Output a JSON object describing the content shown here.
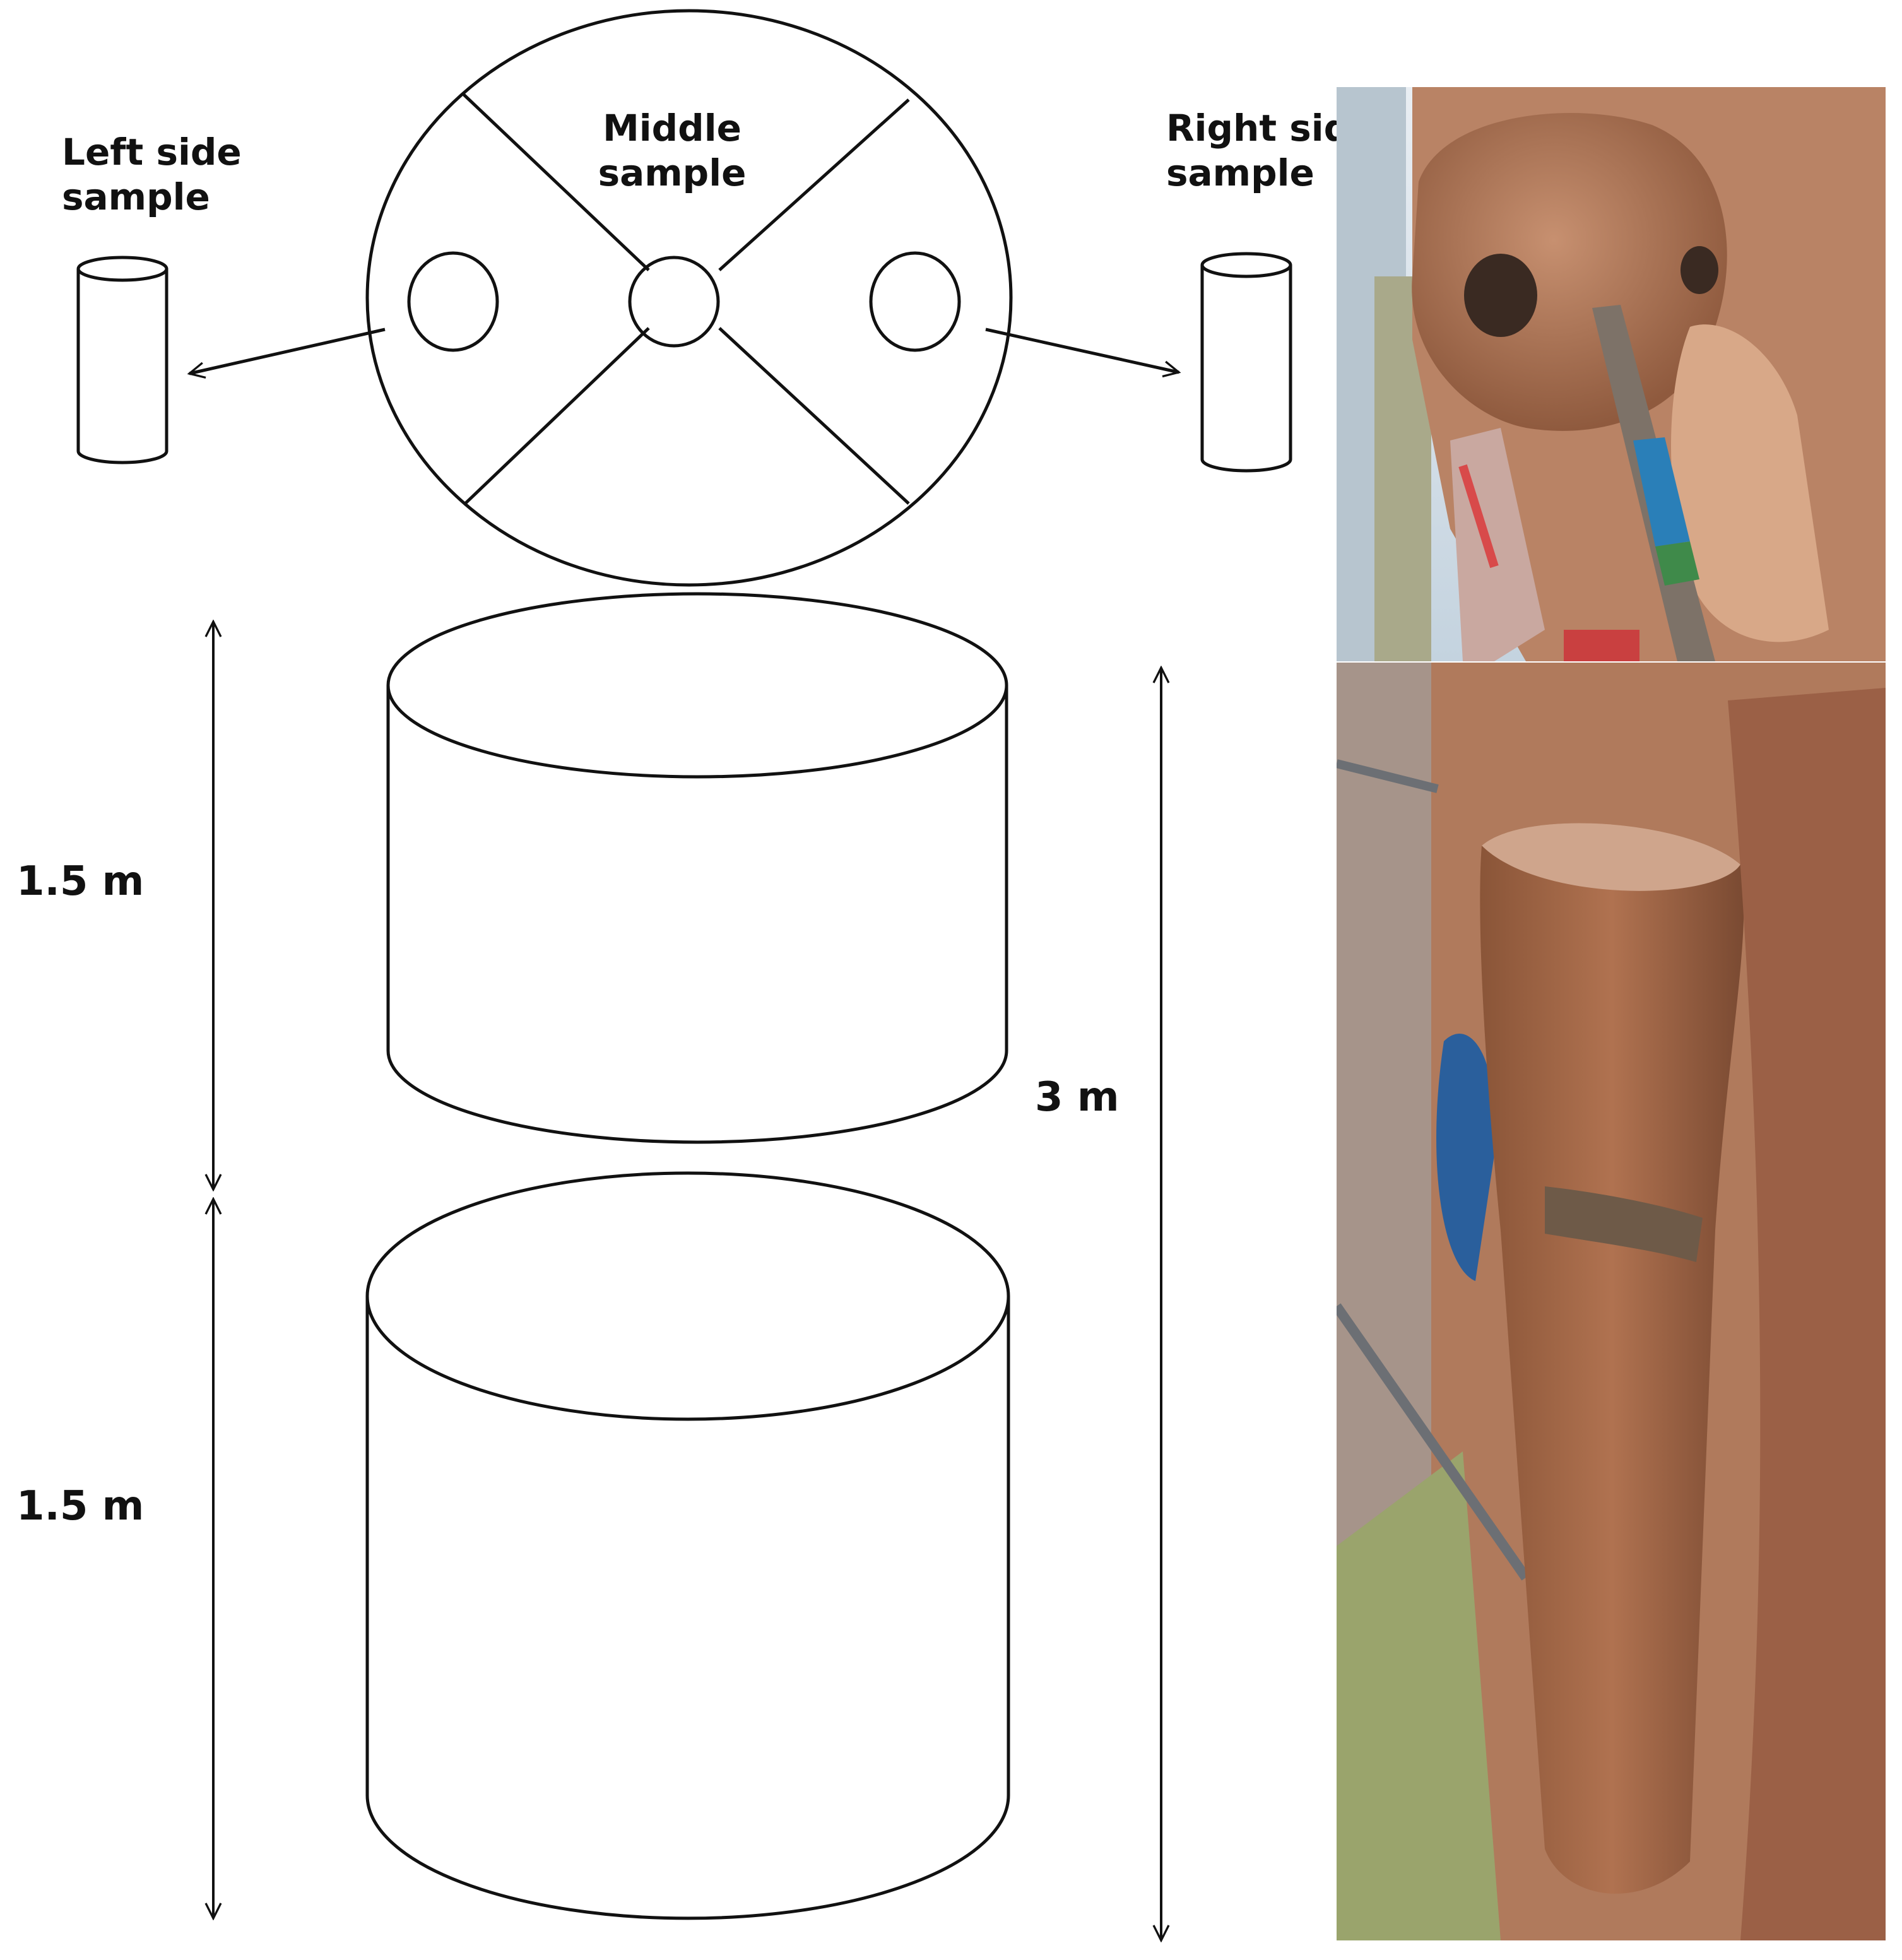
{
  "labels": {
    "left_side_sample": "Left side\nsample",
    "middle_sample": "Middle\nsample",
    "right_side_sample": "Right side\nsample",
    "upper_segment_height": "1.5 m",
    "lower_segment_height": "1.5 m",
    "total_height": "3 m"
  },
  "colors": {
    "line": "#111111",
    "soil": "#b8785a",
    "soil_dark": "#7a4a32",
    "sky": "#cfdde8",
    "grass": "#9ea86a",
    "pipe_blue": "#2a7fb8"
  }
}
